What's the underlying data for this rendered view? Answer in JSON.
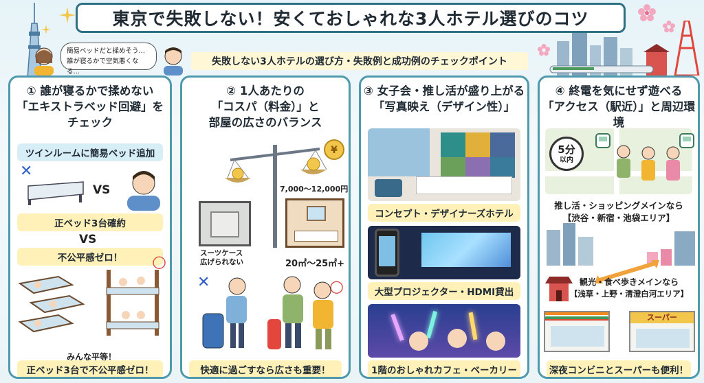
{
  "title": "東京で失敗しない！安くておしゃれな3人ホテル選びのコツ",
  "subtitle": "失敗しない3人ホテルの選び方・失敗例と成功例のチェックポイント",
  "bubble": {
    "line1": "簡易ベッドだと揉めそう…",
    "line2": "誰が寝るかで空気悪くなる…"
  },
  "panels": [
    {
      "heading": [
        "① 誰が寝るかで揉めない",
        "「エキストラベッド回避」を",
        "チェック"
      ],
      "tag": "ツインルームに簡易ベッド追加",
      "vs1": "VS",
      "good_label": "正ベッド3台確約",
      "vs2": "VS",
      "zero_label": "不公平感ゼロ！",
      "caption1": "みんな平等！",
      "bottom": "正ベッド3台で不公平感ゼロ！"
    },
    {
      "heading": [
        "② 1人あたりの",
        "「コスパ（料金）」と",
        "部屋の広さのバランス"
      ],
      "price": "7,000〜12,000円",
      "suitcase_note": [
        "スーツケース",
        "広げられない"
      ],
      "area": "20㎡〜25㎡+",
      "bottom": "快適に過ごすなら広さも重要！"
    },
    {
      "heading": [
        "③ 女子会・推し活が盛り上がる",
        "「写真映え（デザイン性）」"
      ],
      "label1": "コンセプト・デザイナーズホテル",
      "label2": "大型プロジェクター・HDMI貸出",
      "label3": "1階のおしゃれカフェ・ベーカリー"
    },
    {
      "heading": [
        "④ 終電を気にせず遊べる",
        "「アクセス（駅近）」と周辺環境"
      ],
      "walk_minutes": "5分",
      "walk_suffix": "以内",
      "area1_line1": "推し活・ショッピングメインなら",
      "area1_line2": "【渋谷・新宿・池袋エリア】",
      "area2_line1": "観光・食べ歩きメインなら",
      "area2_line2": "【浅草・上野・清澄白河エリア】",
      "store_sign": "スーパー",
      "bottom": "深夜コンビニとスーパーも便利！"
    }
  ],
  "colors": {
    "frame": "#4e9aac",
    "highlight": "#fff1b8",
    "cross": "#2e5fc9",
    "circle": "#e2463c"
  }
}
